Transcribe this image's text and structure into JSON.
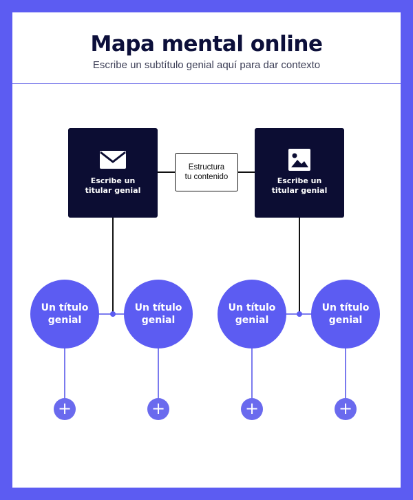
{
  "header": {
    "title": "Mapa mental online",
    "subtitle": "Escribe un subtítulo genial aquí para dar contexto"
  },
  "center_node": {
    "label": "Estructura\ntu contenido"
  },
  "main_nodes": [
    {
      "label": "Escribe un\ntitular genial",
      "icon": "envelope-icon"
    },
    {
      "label": "Escribe un\ntitular genial",
      "icon": "image-icon"
    }
  ],
  "sub_nodes": [
    {
      "label": "Un título\ngenial"
    },
    {
      "label": "Un título\ngenial"
    },
    {
      "label": "Un título\ngenial"
    },
    {
      "label": "Un título\ngenial"
    }
  ],
  "add_buttons": [
    {
      "label": "+"
    },
    {
      "label": "+"
    },
    {
      "label": "+"
    },
    {
      "label": "+"
    }
  ],
  "colors": {
    "frame": "#5c5cf2",
    "dark_box": "#0c0d33",
    "circle": "#5c5cf2",
    "title": "#0c0f3a"
  }
}
